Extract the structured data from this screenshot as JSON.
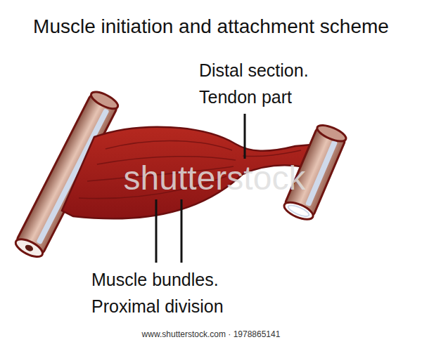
{
  "diagram": {
    "title": "Muscle initiation and attachment scheme",
    "labels": [
      "Distal section. Tendon part",
      "shutterstock",
      "Muscle bundles. Proximal division",
      "www.shutterstock.com · 1978865141"
    ]
  }
}
